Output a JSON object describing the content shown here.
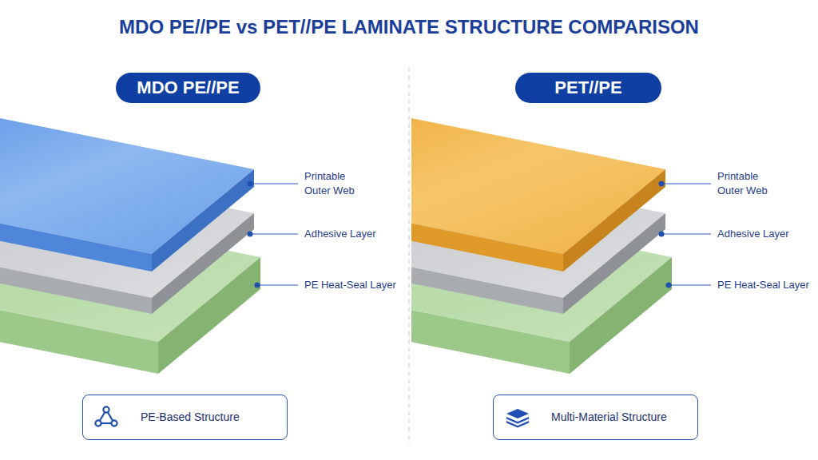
{
  "diagram": {
    "title": "MDO PE//PE vs PET//PE LAMINATE STRUCTURE COMPARISON",
    "nodes": [
      {
        "text": [
          "MDO PE//PE"
        ]
      },
      {
        "text": [
          "PET//PE"
        ]
      },
      {
        "text": [
          "PE-Based Structure"
        ]
      },
      {
        "text": [
          "Multi-Material Structure"
        ]
      }
    ],
    "labels": [
      "Printable Outer Web",
      "Adhesive Layer",
      "PE Heat-Seal Layer",
      "Printable Outer Web",
      "Adhesive Layer",
      "PE Heat-Seal Layer"
    ]
  }
}
